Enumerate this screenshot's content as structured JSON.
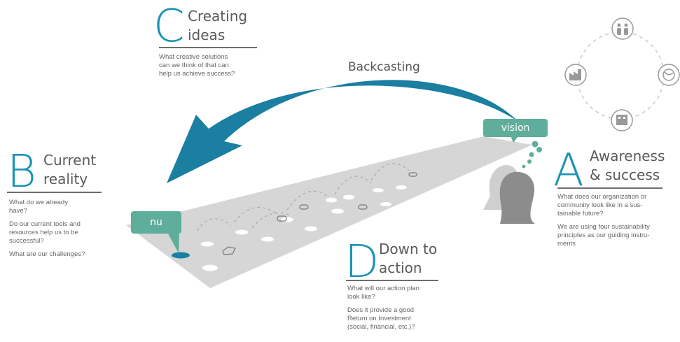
{
  "backcasting": {
    "label": "Backcasting"
  },
  "tags": {
    "vision": "vision",
    "now": "nu"
  },
  "sections": {
    "a": {
      "letter": "A",
      "title": [
        "Awareness",
        "& success"
      ],
      "body": [
        [
          "What does our organization or",
          "community look like in a sus-",
          "tainable future?"
        ],
        [
          "We are using four sustainability",
          "principles as our guiding instru-",
          "ments"
        ]
      ]
    },
    "b": {
      "letter": "B",
      "title": [
        "Current",
        "reality"
      ],
      "body": [
        [
          "What do we already",
          "have?"
        ],
        [
          "Do our current tools and",
          "resources help us to be",
          "successful?"
        ],
        [
          "What are our challenges?"
        ]
      ]
    },
    "c": {
      "letter": "C",
      "title": [
        "Creating",
        "ideas"
      ],
      "body": [
        [
          "What creative solutions",
          "can we think of that can",
          "help us achieve success?"
        ]
      ]
    },
    "d": {
      "letter": "D",
      "title": [
        "Down to",
        "action"
      ],
      "body": [
        [
          "What will our action plan",
          "look like?"
        ],
        [
          "Does it provide a good",
          "Return on Investment",
          "(social, financial, etc.)?"
        ]
      ]
    }
  },
  "colors": {
    "accent": "#1b93b5",
    "arrow": "#1a7fa0",
    "tag": "#5fad9b",
    "road": "#d6d6d6",
    "silhouette": "#8c8c8c",
    "text": "#555555"
  },
  "icons": [
    "people-icon",
    "globe-icon",
    "building-icon",
    "factory-icon"
  ]
}
